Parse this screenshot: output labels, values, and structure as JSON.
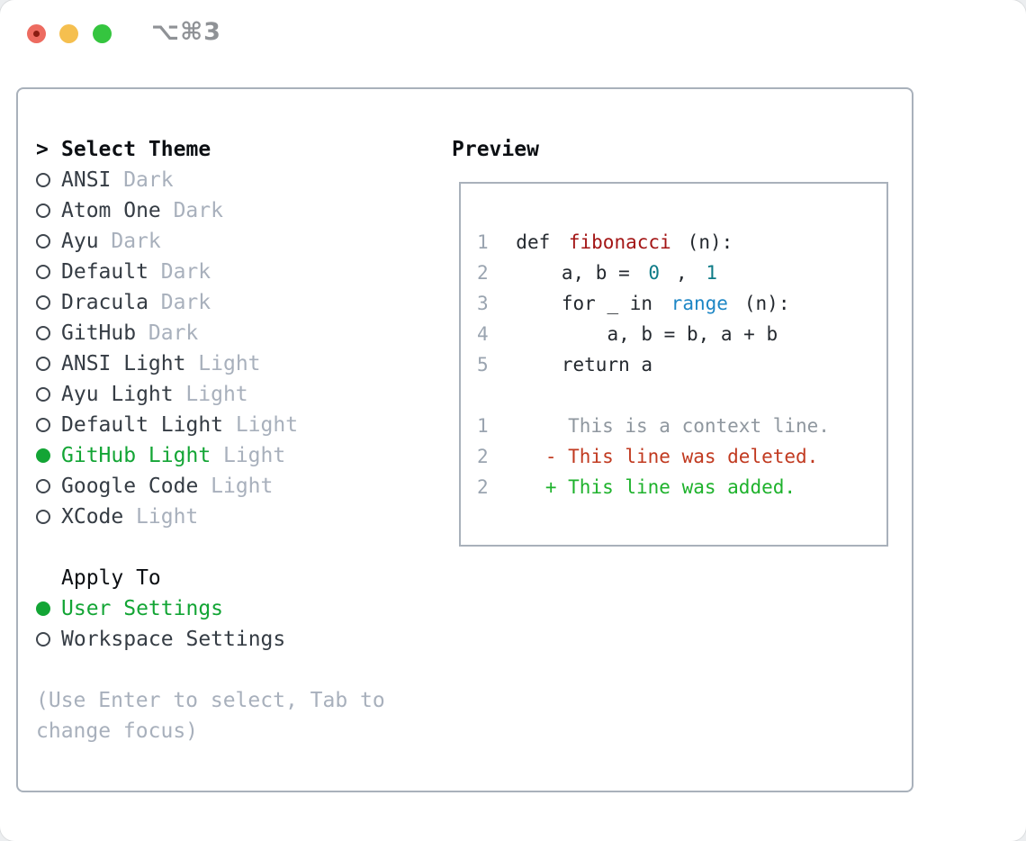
{
  "window": {
    "title": "⌥⌘3"
  },
  "colors": {
    "accent_green": "#13a535",
    "added_green": "#1eb22c",
    "deleted_red": "#c13a20",
    "function_red": "#a31515",
    "number_teal": "#0e7b87",
    "call_blue": "#1d86c5",
    "muted_gray": "#a8b0bc",
    "panel_border": "#a9b1bb",
    "traffic_red": "#ed6b60",
    "traffic_yellow": "#f5bf4f",
    "traffic_green": "#35c53f"
  },
  "left": {
    "prompt": ">",
    "header": "Select Theme",
    "themes": [
      {
        "name": "ANSI",
        "variant": "Dark",
        "selected": false
      },
      {
        "name": "Atom One",
        "variant": "Dark",
        "selected": false
      },
      {
        "name": "Ayu",
        "variant": "Dark",
        "selected": false
      },
      {
        "name": "Default",
        "variant": "Dark",
        "selected": false
      },
      {
        "name": "Dracula",
        "variant": "Dark",
        "selected": false
      },
      {
        "name": "GitHub",
        "variant": "Dark",
        "selected": false
      },
      {
        "name": "ANSI Light",
        "variant": "Light",
        "selected": false
      },
      {
        "name": "Ayu Light",
        "variant": "Light",
        "selected": false
      },
      {
        "name": "Default Light",
        "variant": "Light",
        "selected": false
      },
      {
        "name": "GitHub Light",
        "variant": "Light",
        "selected": true
      },
      {
        "name": "Google Code",
        "variant": "Light",
        "selected": false
      },
      {
        "name": "XCode",
        "variant": "Light",
        "selected": false
      }
    ],
    "apply_to": {
      "header": "Apply To",
      "options": [
        {
          "label": "User Settings",
          "selected": true
        },
        {
          "label": "Workspace Settings",
          "selected": false
        }
      ]
    },
    "help_lines": [
      "(Use Enter to select, Tab to",
      "change focus)"
    ]
  },
  "preview": {
    "header": "Preview",
    "lines": [
      [
        {
          "t": "1 ",
          "c": "ln"
        },
        {
          "t": "def ",
          "c": "code"
        },
        {
          "t": "fibonacci",
          "c": "fn"
        },
        {
          "t": "(n):",
          "c": "code"
        }
      ],
      [
        {
          "t": "2 ",
          "c": "ln"
        },
        {
          "t": "    a, b = ",
          "c": "code"
        },
        {
          "t": "0",
          "c": "num"
        },
        {
          "t": ", ",
          "c": "code"
        },
        {
          "t": "1",
          "c": "num"
        }
      ],
      [
        {
          "t": "3 ",
          "c": "ln"
        },
        {
          "t": "    for _ in ",
          "c": "code"
        },
        {
          "t": "range",
          "c": "call"
        },
        {
          "t": "(n):",
          "c": "code"
        }
      ],
      [
        {
          "t": "4 ",
          "c": "ln"
        },
        {
          "t": "        a, b = b, a + b",
          "c": "code"
        }
      ],
      [
        {
          "t": "5 ",
          "c": "ln"
        },
        {
          "t": "    return a",
          "c": "code"
        }
      ],
      [],
      [
        {
          "t": "1 ",
          "c": "ln"
        },
        {
          "t": "      This is a context line.",
          "c": "ctx"
        }
      ],
      [
        {
          "t": "2 ",
          "c": "ln"
        },
        {
          "t": "    - This line was deleted.",
          "c": "del"
        }
      ],
      [
        {
          "t": "2 ",
          "c": "ln"
        },
        {
          "t": "    + This line was added.",
          "c": "add"
        }
      ]
    ]
  }
}
